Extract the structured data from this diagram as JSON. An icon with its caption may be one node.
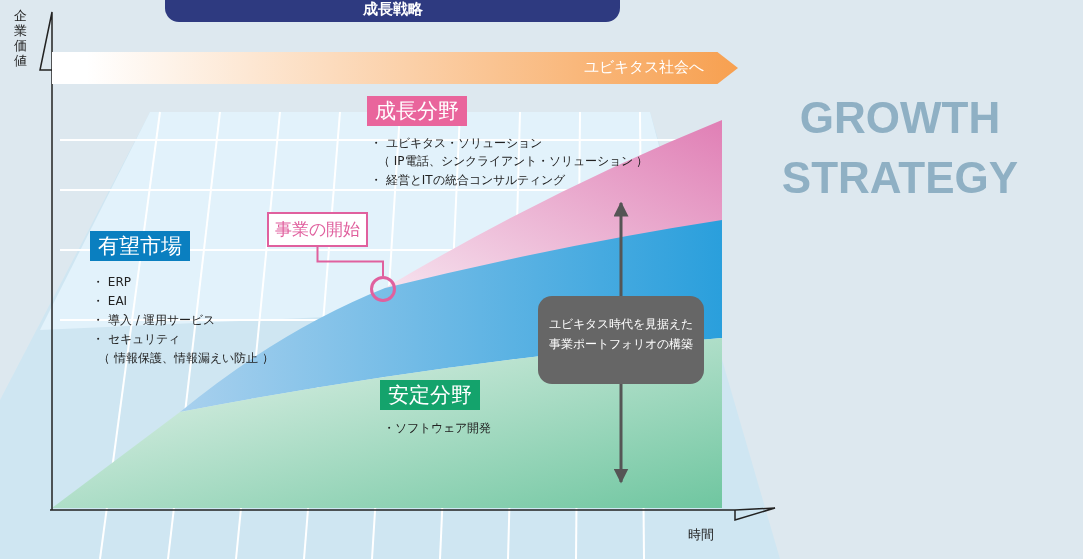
{
  "diagram": {
    "title": "成長戦略",
    "nodes": [
      {
        "text": [
          "成長分野"
        ]
      },
      {
        "text": [
          "有望市場"
        ]
      },
      {
        "text": [
          "事業の開始"
        ]
      },
      {
        "text": [],
        "shape": "circle"
      },
      {
        "text": [
          "安定分野"
        ]
      },
      {
        "text": [
          "ユビキタス時代を見据えた事業ポートフォリオの構築"
        ]
      },
      {
        "text": [
          "ユビキタス社会へ"
        ]
      }
    ],
    "edges": [
      {
        "from": 2,
        "to": 3,
        "arrow": "none"
      }
    ],
    "labels": [
      "企業価値",
      "GROWTH STRATEGY",
      "・ ユビキタス・ソリューション",
      "（ IP電話、シンクライアント・ソリューション ）",
      "・ 経営とITの統合コンサルティング",
      "・ ERP",
      "・ EAI",
      "・ 導入 / 運用サービス",
      "・ セキュリティ",
      "（ 情報保護、情報漏えい防止 ）",
      "・ソフトウェア開発",
      "時間"
    ]
  }
}
